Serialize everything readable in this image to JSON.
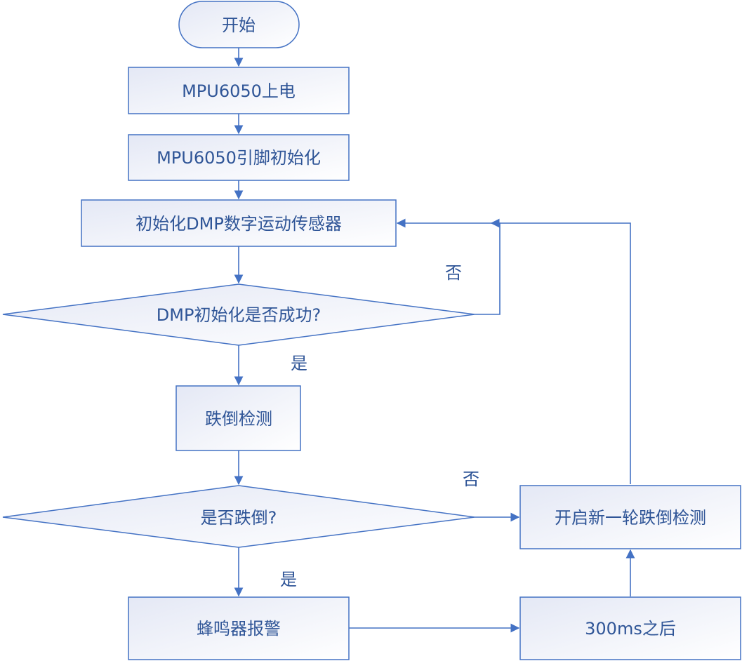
{
  "diagram": {
    "type": "flowchart",
    "colors": {
      "stroke": "#4472c4",
      "text": "#2f5597",
      "fill_start": "#e4e8f5",
      "fill_end": "#ffffff"
    },
    "nodes": {
      "start": {
        "shape": "terminator",
        "label": "开始"
      },
      "power_on": {
        "shape": "process",
        "label": "MPU6050上电"
      },
      "pin_init": {
        "shape": "process",
        "label": "MPU6050引脚初始化"
      },
      "dmp_init": {
        "shape": "process",
        "label": "初始化DMP数字运动传感器"
      },
      "dmp_check": {
        "shape": "decision",
        "label": "DMP初始化是否成功?"
      },
      "fall_detect": {
        "shape": "process",
        "label": "跌倒检测"
      },
      "fall_check": {
        "shape": "decision",
        "label": "是否跌倒?"
      },
      "buzzer": {
        "shape": "process",
        "label": "蜂鸣器报警"
      },
      "delay": {
        "shape": "process",
        "label": "300ms之后"
      },
      "restart": {
        "shape": "process",
        "label": "开启新一轮跌倒检测"
      }
    },
    "edge_labels": {
      "dmp_no": "否",
      "dmp_yes": "是",
      "fall_no": "否",
      "fall_yes": "是"
    },
    "edges": [
      {
        "from": "start",
        "to": "power_on"
      },
      {
        "from": "power_on",
        "to": "pin_init"
      },
      {
        "from": "pin_init",
        "to": "dmp_init"
      },
      {
        "from": "dmp_init",
        "to": "dmp_check"
      },
      {
        "from": "dmp_check",
        "to": "dmp_init",
        "label": "否"
      },
      {
        "from": "dmp_check",
        "to": "fall_detect",
        "label": "是"
      },
      {
        "from": "fall_detect",
        "to": "fall_check"
      },
      {
        "from": "fall_check",
        "to": "restart",
        "label": "否"
      },
      {
        "from": "fall_check",
        "to": "buzzer",
        "label": "是"
      },
      {
        "from": "buzzer",
        "to": "delay"
      },
      {
        "from": "delay",
        "to": "restart"
      },
      {
        "from": "restart",
        "to": "dmp_init"
      }
    ]
  }
}
